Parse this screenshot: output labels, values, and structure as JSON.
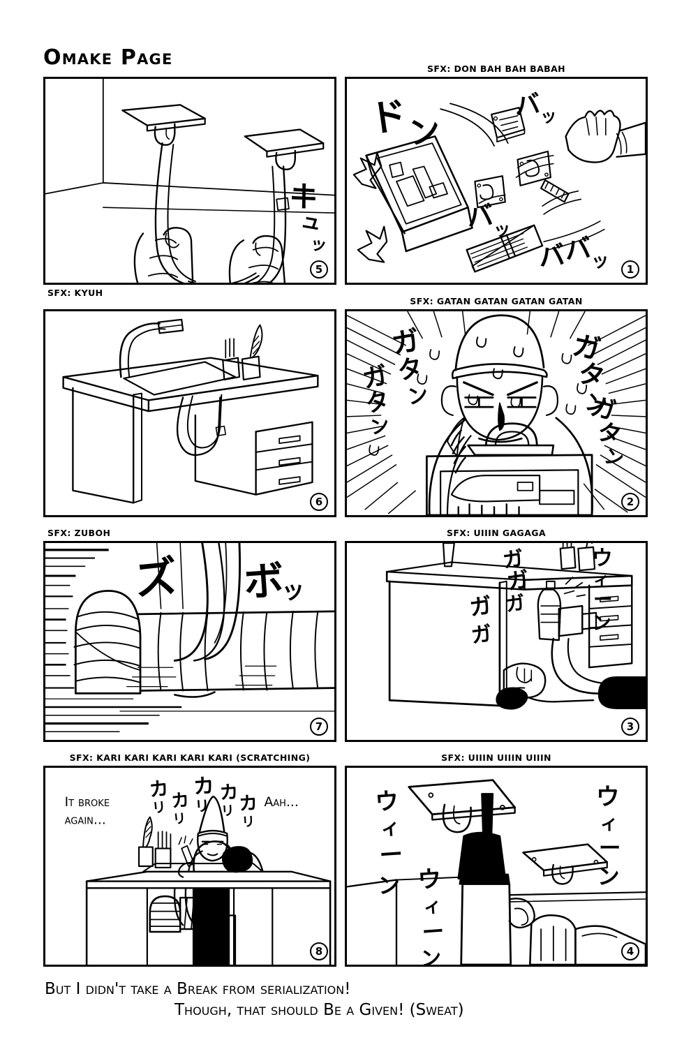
{
  "page": {
    "title": "Omake Page",
    "background_color": "#ffffff",
    "ink_color": "#000000"
  },
  "caption": {
    "line1": "But I didn't take a Break from serialization!",
    "line2": "Though, that should Be a Given! (Sweat)"
  },
  "panels": [
    {
      "number": "5",
      "sfx_label": "SFX: KYUH",
      "sfx_label_position": "below-left",
      "row": 1,
      "column": "left",
      "description": "Two hands stretching a rubber strap attached to two ceiling-mounted suction brackets",
      "onomatopoeia": [
        "キュッ"
      ]
    },
    {
      "number": "1",
      "sfx_label": "SFX: DON BAH BAH BABAH",
      "sfx_label_position": "above-center",
      "row": 1,
      "column": "right",
      "description": "A toolbox slammed open, brackets screws brush and pen flying out, a hand reaching in from the right",
      "onomatopoeia": [
        "ドン",
        "バッ",
        "バッ",
        "ババッ"
      ]
    },
    {
      "number": "6",
      "sfx_label": "SFX: GATAN GATAN GATAN GATAN",
      "sfx_label_position": "above-center",
      "row": 2,
      "column": "left",
      "description": "A drawing desk with lamp, drafting board, pen cups and drawers, with a rubber strap sling hanging underneath",
      "onomatopoeia": []
    },
    {
      "number": "2",
      "sfx_label": "SFX: GATAN GATAN GATAN GATAN",
      "sfx_label_position": "above-center",
      "row": 2,
      "column": "right",
      "description": "Determined sweating character in a cap carrying a large heavy toolbox, speed lines radiating",
      "onomatopoeia": [
        "ガタン",
        "ガタン",
        "ガタン",
        "ガタン"
      ]
    },
    {
      "number": "7",
      "sfx_label": "SFX: ZUBOH",
      "sfx_label_position": "above-left",
      "row": 3,
      "column": "left",
      "description": "A bandaged leg being thrust into the hanging strap sling, motion lines across the panel",
      "onomatopoeia": [
        "ズ",
        "ボッ"
      ]
    },
    {
      "number": "3",
      "sfx_label": "SFX: UIIIN GAGAGA",
      "sfx_label_position": "above-center",
      "row": 3,
      "column": "right",
      "description": "Person lying under the desk drilling a bracket into the underside of the desktop",
      "onomatopoeia": [
        "ガガガ",
        "ガガ",
        "ウィーン"
      ]
    },
    {
      "number": "8",
      "sfx_label": "SFX: KARI KARI KARI KARI KARI (SCRATCHING)",
      "sfx_label_position": "above-center",
      "row": 4,
      "column": "left",
      "description": "Manga artist drawing at the desk with bandaged leg resting in the strap sling, assistant behind",
      "onomatopoeia": [
        "カリ",
        "カリ",
        "カリ",
        "カリ",
        "カリ"
      ],
      "dialogue": [
        {
          "speaker_side": "left",
          "text_line1": "It broke",
          "text_line2": "again..."
        },
        {
          "speaker_side": "right",
          "text_line1": "Aah...",
          "text_line2": ""
        }
      ]
    },
    {
      "number": "4",
      "sfx_label": "SFX: UIIIN UIIIN UIIIN",
      "sfx_label_position": "above-center",
      "row": 4,
      "column": "right",
      "description": "Close-up of a power drill screwing a suction bracket into the underside of the desktop, second bracket beside it, hand gripping the drill",
      "onomatopoeia": [
        "ウィーン",
        "ウィーン",
        "ウィーン"
      ]
    }
  ]
}
